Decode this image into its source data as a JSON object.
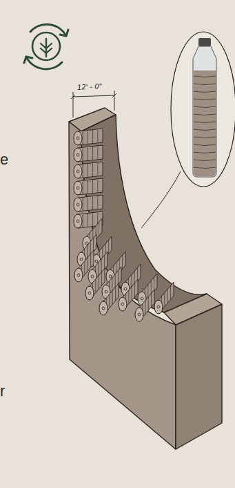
{
  "diagram": {
    "labels": [
      "12' - 0\"",
      "e",
      "r"
    ]
  }
}
